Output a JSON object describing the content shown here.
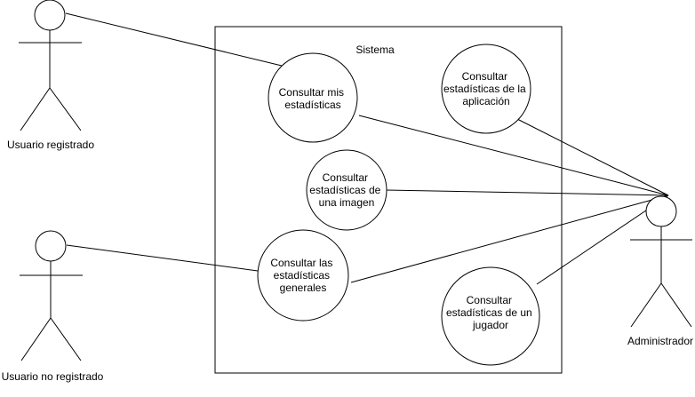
{
  "system": {
    "label": "Sistema"
  },
  "actors": {
    "registered_user": {
      "label": "Usuario registrado"
    },
    "unregistered_user": {
      "label": "Usuario no registrado"
    },
    "admin": {
      "label": "Administrador"
    }
  },
  "use_cases": {
    "my_stats": {
      "lines": [
        "Consultar mis",
        "estadísticas"
      ]
    },
    "app_stats": {
      "lines": [
        "Consultar",
        "estadísticas de la",
        "aplicación"
      ]
    },
    "image_stats": {
      "lines": [
        "Consultar",
        "estadísticas de",
        "una imagen"
      ]
    },
    "general_stats": {
      "lines": [
        "Consultar las",
        "estadísticas",
        "generales"
      ]
    },
    "player_stats": {
      "lines": [
        "Consultar",
        "estadísticas de un",
        "jugador"
      ]
    }
  },
  "colors": {
    "stroke": "#000000",
    "fill": "#ffffff"
  }
}
